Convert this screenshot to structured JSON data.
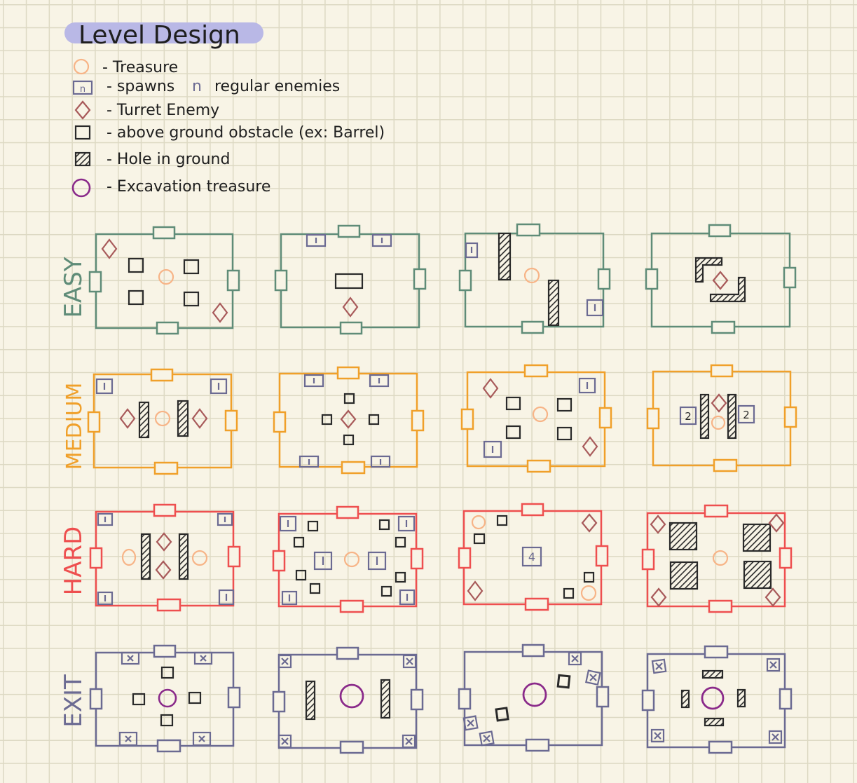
{
  "title": "Level Design",
  "legend": [
    {
      "symbol": "treasure",
      "text": "- Treasure"
    },
    {
      "symbol": "spawner",
      "glyph": "n",
      "text": "- spawns",
      "highlight": "n",
      "text_after": "regular enemies"
    },
    {
      "symbol": "turret",
      "text": "- Turret Enemy"
    },
    {
      "symbol": "obstacle",
      "text": "- above ground obstacle (ex: Barrel)"
    },
    {
      "symbol": "hole",
      "text": "- Hole in ground"
    },
    {
      "symbol": "excavation",
      "text": "- Excavation treasure"
    }
  ],
  "rows": [
    {
      "label": "EASY",
      "color": "#5f8c78"
    },
    {
      "label": "MEDIUM",
      "color": "#f0a02a"
    },
    {
      "label": "HARD",
      "color": "#ee4f4f"
    },
    {
      "label": "EXIT",
      "color": "#6b6a92"
    }
  ],
  "colors": {
    "title_highlight": "#b9b8e6",
    "treasure": "#f7b487",
    "turret": "#a85a5a",
    "spawner": "#6b6a92",
    "excavation": "#8a2a8a",
    "ink": "#2a2a2a"
  },
  "spawner_numbers": {
    "medium_4": [
      "2",
      "2"
    ],
    "hard_3": "4"
  }
}
